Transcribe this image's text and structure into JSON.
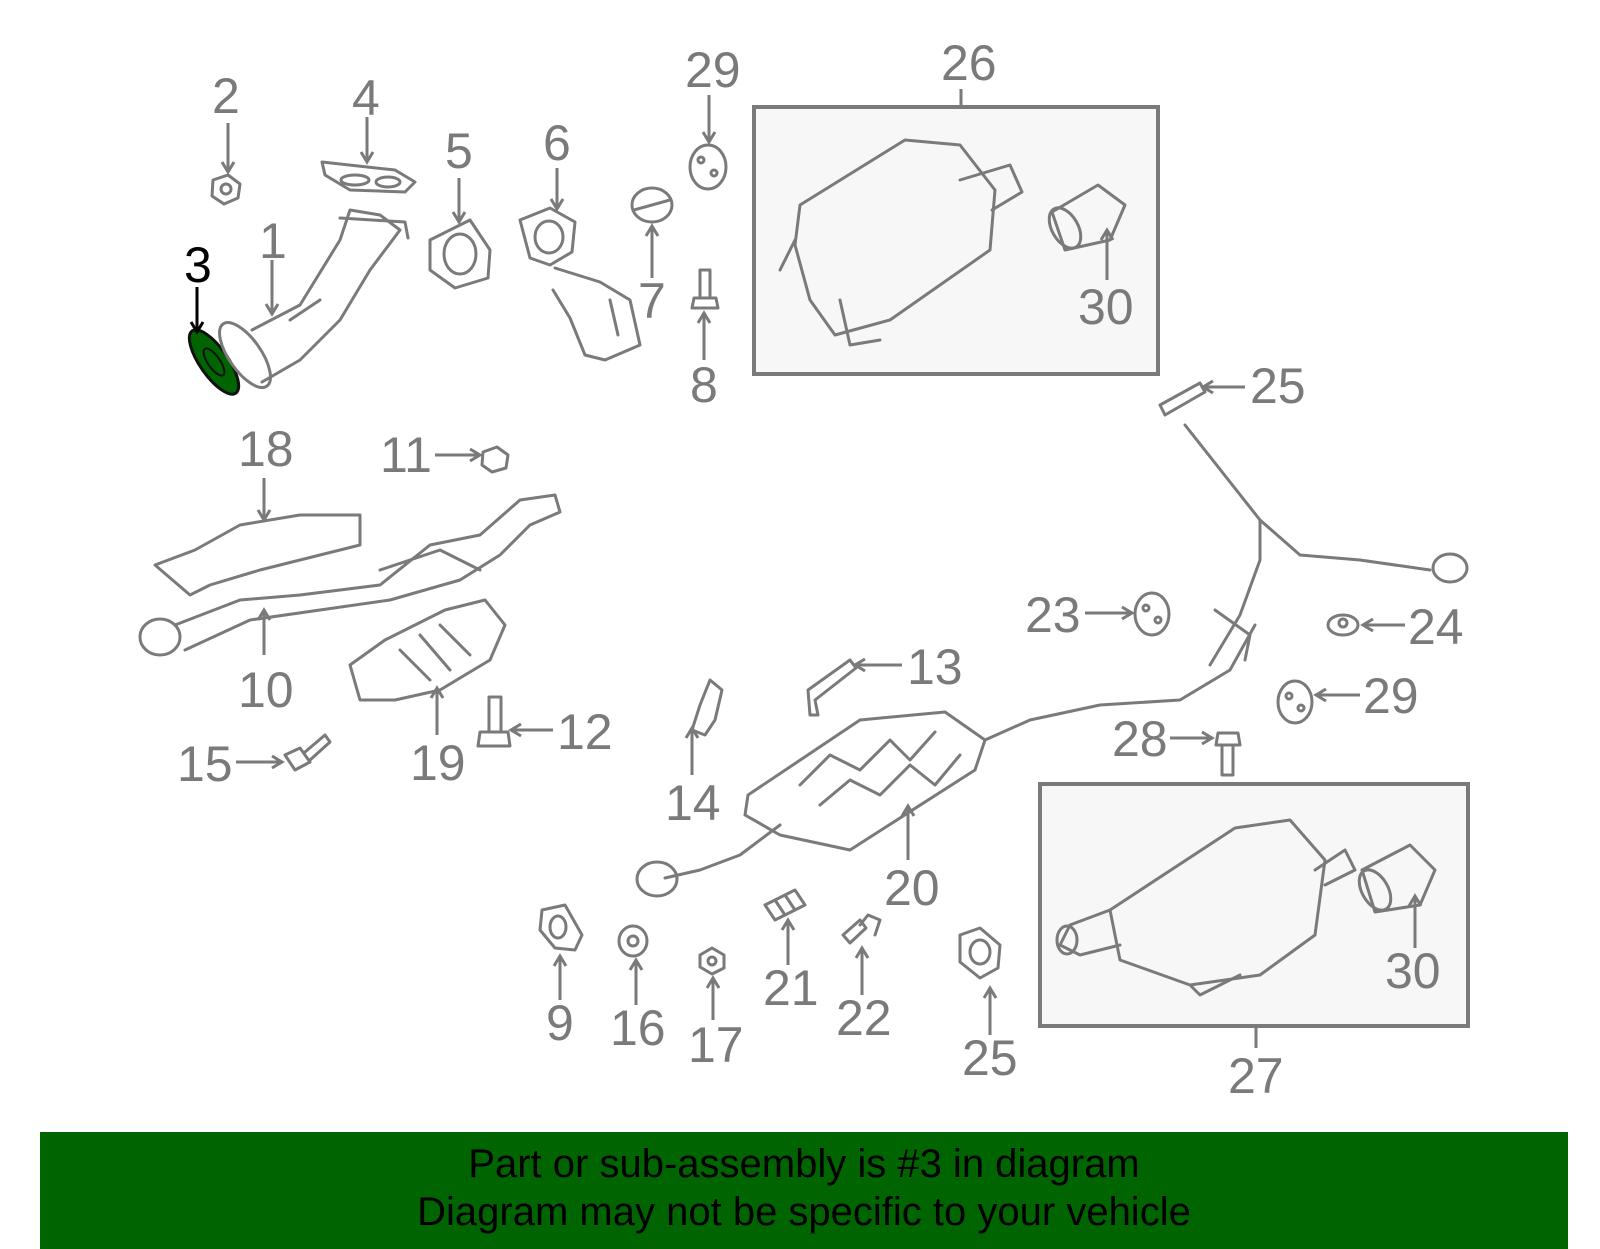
{
  "diagram": {
    "highlighted_part": "3",
    "highlight_color": "#006400",
    "label_color": "#7a7a7a",
    "callouts": [
      {
        "id": "2",
        "text": "2"
      },
      {
        "id": "4",
        "text": "4"
      },
      {
        "id": "5",
        "text": "5"
      },
      {
        "id": "6",
        "text": "6"
      },
      {
        "id": "29a",
        "text": "29"
      },
      {
        "id": "26",
        "text": "26"
      },
      {
        "id": "3",
        "text": "3"
      },
      {
        "id": "1",
        "text": "1"
      },
      {
        "id": "7",
        "text": "7"
      },
      {
        "id": "8",
        "text": "8"
      },
      {
        "id": "30a",
        "text": "30"
      },
      {
        "id": "25a",
        "text": "25"
      },
      {
        "id": "18",
        "text": "18"
      },
      {
        "id": "11",
        "text": "11"
      },
      {
        "id": "10",
        "text": "10"
      },
      {
        "id": "19",
        "text": "19"
      },
      {
        "id": "12",
        "text": "12"
      },
      {
        "id": "15",
        "text": "15"
      },
      {
        "id": "13",
        "text": "13"
      },
      {
        "id": "14",
        "text": "14"
      },
      {
        "id": "20",
        "text": "20"
      },
      {
        "id": "23",
        "text": "23"
      },
      {
        "id": "24",
        "text": "24"
      },
      {
        "id": "29b",
        "text": "29"
      },
      {
        "id": "28",
        "text": "28"
      },
      {
        "id": "9",
        "text": "9"
      },
      {
        "id": "16",
        "text": "16"
      },
      {
        "id": "17",
        "text": "17"
      },
      {
        "id": "21",
        "text": "21"
      },
      {
        "id": "22",
        "text": "22"
      },
      {
        "id": "25b",
        "text": "25"
      },
      {
        "id": "27",
        "text": "27"
      },
      {
        "id": "30b",
        "text": "30"
      }
    ]
  },
  "footer": {
    "line1": "Part or sub-assembly is #3 in diagram",
    "line2": "Diagram may not be specific to your vehicle",
    "background": "#006400"
  }
}
